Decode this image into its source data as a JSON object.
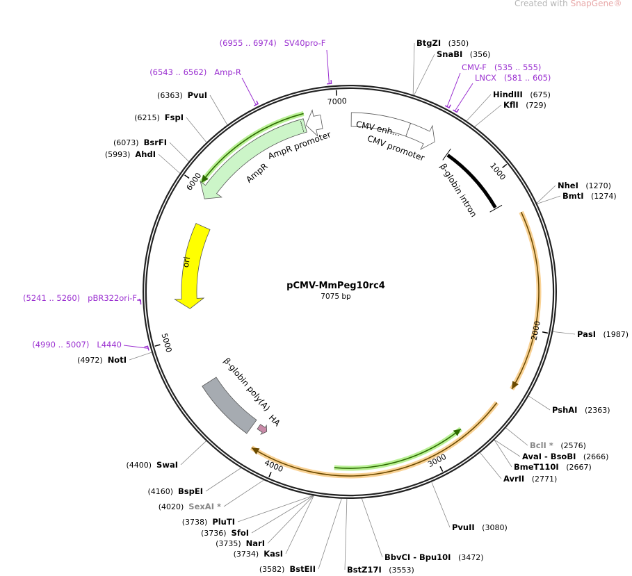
{
  "watermark": {
    "prefix": "Created with ",
    "brand": "SnapGene®"
  },
  "plasmid": {
    "name": "pCMV-MmPeg10rc4",
    "length_label": "7075 bp",
    "length": 7075
  },
  "ticks": [
    "1000",
    "2000",
    "3000",
    "4000",
    "5000",
    "6000",
    "7000"
  ],
  "features": {
    "ampr": {
      "label": "AmpR",
      "color": "#ccf5c8",
      "start": 5948,
      "end": 6780
    },
    "ampr_promoter": {
      "label": "AmpR promoter",
      "color": "#ffffff",
      "start": 6786,
      "end": 6890
    },
    "cmv_enh": {
      "label": "CMV enh...",
      "color": "#ffffff",
      "start": 10,
      "end": 390
    },
    "cmv_promoter": {
      "label": "CMV promoter",
      "color": "#ffffff",
      "start": 390,
      "end": 580
    },
    "bglobin_intron": {
      "label": "β-globin intron",
      "color": "#000000",
      "start": 700,
      "end": 1178
    },
    "ori": {
      "label": "ori",
      "color": "#ffff00",
      "start": 5188,
      "end": 5778
    },
    "bglobin_polya": {
      "label": "β-globin poly(A)",
      "color": "#a6abb1",
      "start": 4245,
      "end": 4665
    },
    "ha": {
      "label": "HA",
      "color": "#c98aa8",
      "start": 4140,
      "end": 4205
    }
  },
  "orfs": [
    {
      "start": 6020,
      "end": 6790,
      "dir": -1,
      "color": "#a8ee7a",
      "line": "#2d6a00"
    },
    {
      "start": 1278,
      "end": 2378,
      "dir": 1,
      "color": "#f7c77a",
      "line": "#6b4a00"
    },
    {
      "start": 2496,
      "end": 4170,
      "dir": 1,
      "color": "#f7c77a",
      "line": "#6b4a00"
    },
    {
      "start": 2771,
      "end": 3636,
      "dir": -1,
      "color": "#a8ee7a",
      "line": "#2d6a00"
    }
  ],
  "primers": [
    {
      "name": "SV40pro-F",
      "range": "(6955 .. 6974)",
      "pos": 6964
    },
    {
      "name": "Amp-R",
      "range": "(6543 .. 6562)",
      "pos": 6552
    },
    {
      "name": "CMV-F",
      "range": "(535 .. 555)",
      "pos": 545
    },
    {
      "name": "LNCX",
      "range": "(581 .. 605)",
      "pos": 593
    },
    {
      "name": "pBR322ori-F",
      "range": "(5241 .. 5260)",
      "pos": 5250
    },
    {
      "name": "L4440",
      "range": "(4990 .. 5007)",
      "pos": 4998
    }
  ],
  "enzymes": [
    {
      "name": "BtgZI",
      "pos": "350"
    },
    {
      "name": "SnaBI",
      "pos": "356"
    },
    {
      "name": "HindIII",
      "pos": "675"
    },
    {
      "name": "KflI",
      "pos": "729"
    },
    {
      "name": "NheI",
      "pos": "1270"
    },
    {
      "name": "BmtI",
      "pos": "1274"
    },
    {
      "name": "PasI",
      "pos": "1987"
    },
    {
      "name": "PshAI",
      "pos": "2363"
    },
    {
      "name": "BclI *",
      "pos": "2576",
      "gray": true
    },
    {
      "name": "AvaI  - BsoBI",
      "pos": "2666"
    },
    {
      "name": "BmeT110I",
      "pos": "2667"
    },
    {
      "name": "AvrII",
      "pos": "2771"
    },
    {
      "name": "PvuII",
      "pos": "3080"
    },
    {
      "name": "BbvCI  - Bpu10I",
      "pos": "3472"
    },
    {
      "name": "BstZ17I",
      "pos": "3553"
    },
    {
      "name": "PvuI",
      "pos": "6363"
    },
    {
      "name": "FspI",
      "pos": "6215"
    },
    {
      "name": "BsrFI",
      "pos": "6073"
    },
    {
      "name": "AhdI",
      "pos": "5993"
    },
    {
      "name": "NotI",
      "pos": "4972"
    },
    {
      "name": "SwaI",
      "pos": "4400"
    },
    {
      "name": "BspEI",
      "pos": "4160"
    },
    {
      "name": "SexAI *",
      "pos": "4020",
      "gray": true
    },
    {
      "name": "PluTI",
      "pos": "3738"
    },
    {
      "name": "SfoI",
      "pos": "3736"
    },
    {
      "name": "NarI",
      "pos": "3735"
    },
    {
      "name": "KasI",
      "pos": "3734"
    },
    {
      "name": "BstEII",
      "pos": "3582"
    }
  ]
}
